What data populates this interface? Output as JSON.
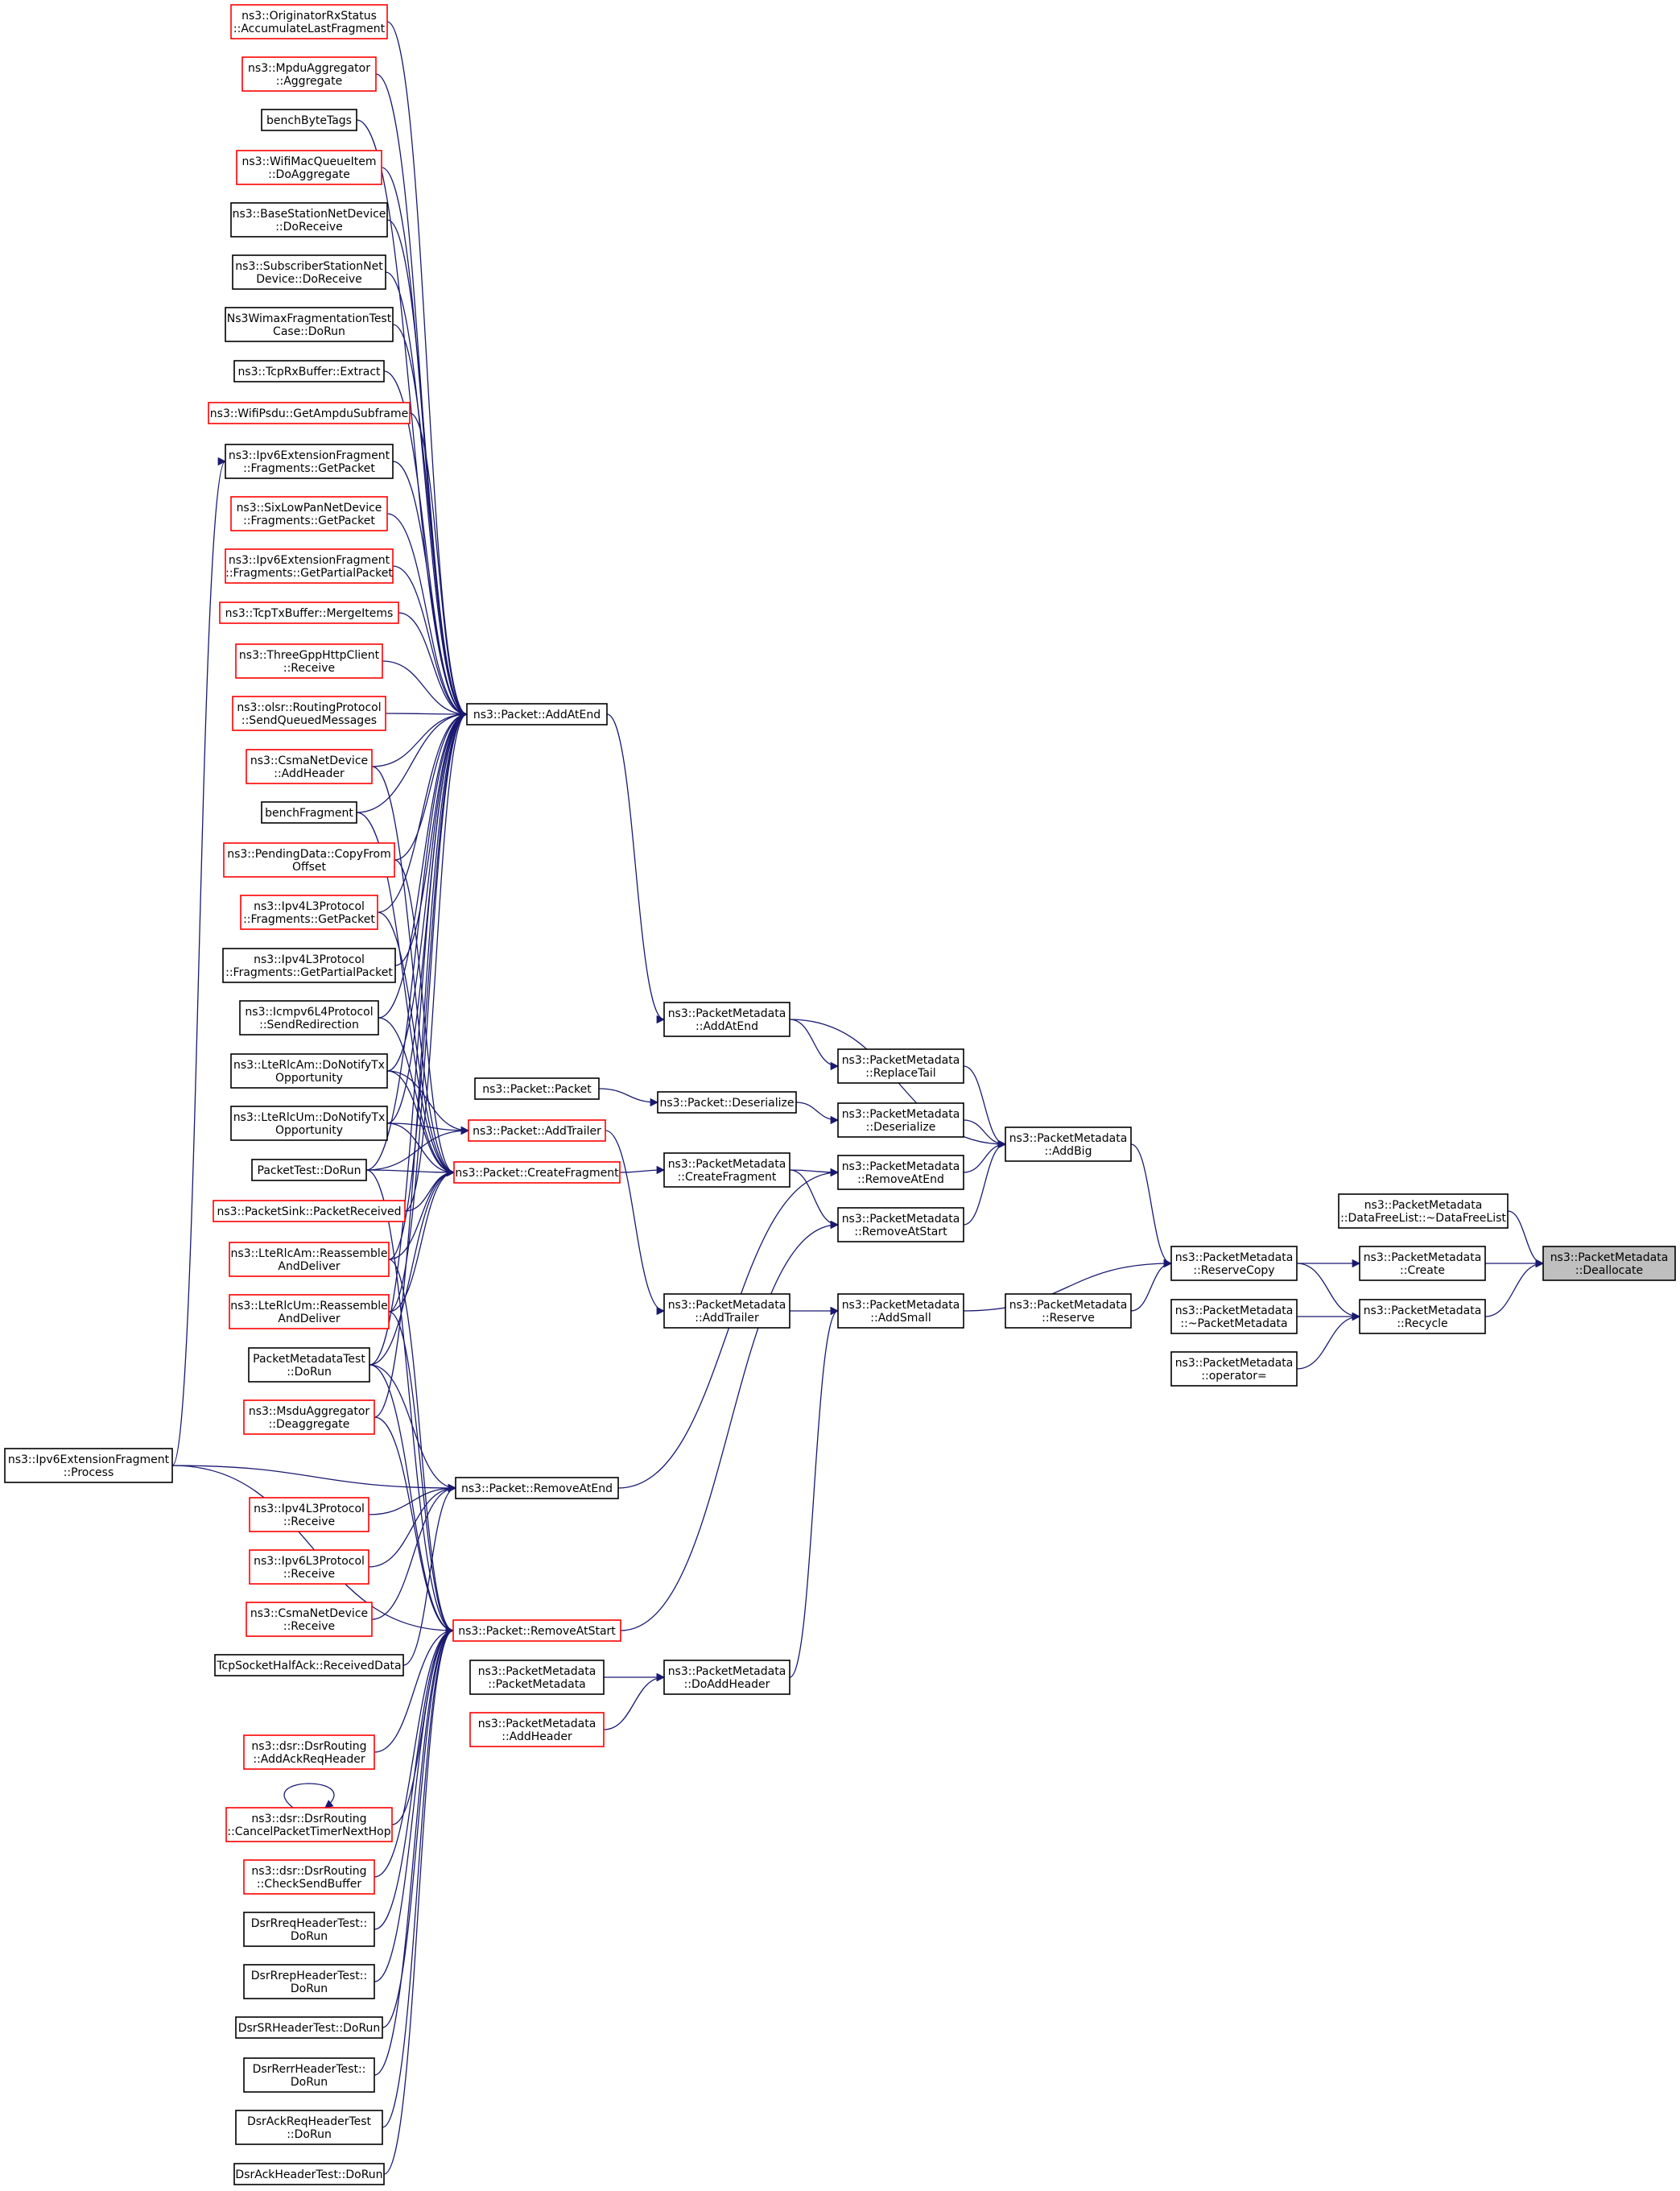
{
  "nodes": [
    {
      "id": "n_orig",
      "lines": [
        "ns3::OriginatorRxStatus",
        "::AccumulateLastFragment"
      ],
      "border": "red"
    },
    {
      "id": "n_mpduagg",
      "lines": [
        "ns3::MpduAggregator",
        "::Aggregate"
      ],
      "border": "red"
    },
    {
      "id": "n_benchbt",
      "lines": [
        "benchByteTags"
      ],
      "border": "black"
    },
    {
      "id": "n_wifimacq",
      "lines": [
        "ns3::WifiMacQueueItem",
        "::DoAggregate"
      ],
      "border": "red"
    },
    {
      "id": "n_bsnd",
      "lines": [
        "ns3::BaseStationNetDevice",
        "::DoReceive"
      ],
      "border": "black"
    },
    {
      "id": "n_ssnd",
      "lines": [
        "ns3::SubscriberStationNet",
        "Device::DoReceive"
      ],
      "border": "black"
    },
    {
      "id": "n_ns3wimax",
      "lines": [
        "Ns3WimaxFragmentationTest",
        "Case::DoRun"
      ],
      "border": "black"
    },
    {
      "id": "n_tcprx",
      "lines": [
        "ns3::TcpRxBuffer::Extract"
      ],
      "border": "black"
    },
    {
      "id": "n_wifipsdu",
      "lines": [
        "ns3::WifiPsdu::GetAmpduSubframe"
      ],
      "border": "red"
    },
    {
      "id": "n_ipv6fgp",
      "lines": [
        "ns3::Ipv6ExtensionFragment",
        "::Fragments::GetPacket"
      ],
      "border": "black"
    },
    {
      "id": "n_sixlow",
      "lines": [
        "ns3::SixLowPanNetDevice",
        "::Fragments::GetPacket"
      ],
      "border": "red"
    },
    {
      "id": "n_ipv6fgpp",
      "lines": [
        "ns3::Ipv6ExtensionFragment",
        "::Fragments::GetPartialPacket"
      ],
      "border": "red"
    },
    {
      "id": "n_tcptx",
      "lines": [
        "ns3::TcpTxBuffer::MergeItems"
      ],
      "border": "red"
    },
    {
      "id": "n_threegpp",
      "lines": [
        "ns3::ThreeGppHttpClient",
        "::Receive"
      ],
      "border": "red"
    },
    {
      "id": "n_olsr",
      "lines": [
        "ns3::olsr::RoutingProtocol",
        "::SendQueuedMessages"
      ],
      "border": "red"
    },
    {
      "id": "n_csmaadd",
      "lines": [
        "ns3::CsmaNetDevice",
        "::AddHeader"
      ],
      "border": "red"
    },
    {
      "id": "n_benchfrag",
      "lines": [
        "benchFragment"
      ],
      "border": "black"
    },
    {
      "id": "n_pending",
      "lines": [
        "ns3::PendingData::CopyFrom",
        "Offset"
      ],
      "border": "red"
    },
    {
      "id": "n_ipv4gp",
      "lines": [
        "ns3::Ipv4L3Protocol",
        "::Fragments::GetPacket"
      ],
      "border": "red"
    },
    {
      "id": "n_ipv4gpp",
      "lines": [
        "ns3::Ipv4L3Protocol",
        "::Fragments::GetPartialPacket"
      ],
      "border": "black"
    },
    {
      "id": "n_icmpv6",
      "lines": [
        "ns3::Icmpv6L4Protocol",
        "::SendRedirection"
      ],
      "border": "black"
    },
    {
      "id": "n_lteam",
      "lines": [
        "ns3::LteRlcAm::DoNotifyTx",
        "Opportunity"
      ],
      "border": "black"
    },
    {
      "id": "n_lteum",
      "lines": [
        "ns3::LteRlcUm::DoNotifyTx",
        "Opportunity"
      ],
      "border": "black"
    },
    {
      "id": "n_pkttest",
      "lines": [
        "PacketTest::DoRun"
      ],
      "border": "black"
    },
    {
      "id": "n_pktsink",
      "lines": [
        "ns3::PacketSink::PacketReceived"
      ],
      "border": "red"
    },
    {
      "id": "n_lteamre",
      "lines": [
        "ns3::LteRlcAm::Reassemble",
        "AndDeliver"
      ],
      "border": "red"
    },
    {
      "id": "n_lteumre",
      "lines": [
        "ns3::LteRlcUm::Reassemble",
        "AndDeliver"
      ],
      "border": "red"
    },
    {
      "id": "n_pmdtest",
      "lines": [
        "PacketMetadataTest",
        "::DoRun"
      ],
      "border": "black"
    },
    {
      "id": "n_msduagg",
      "lines": [
        "ns3::MsduAggregator",
        "::Deaggregate"
      ],
      "border": "red"
    },
    {
      "id": "n_ipv6fproc",
      "lines": [
        "ns3::Ipv6ExtensionFragment",
        "::Process"
      ],
      "border": "black"
    },
    {
      "id": "n_ipv4recv",
      "lines": [
        "ns3::Ipv4L3Protocol",
        "::Receive"
      ],
      "border": "red"
    },
    {
      "id": "n_ipv6recv",
      "lines": [
        "ns3::Ipv6L3Protocol",
        "::Receive"
      ],
      "border": "red"
    },
    {
      "id": "n_csmarecv",
      "lines": [
        "ns3::CsmaNetDevice",
        "::Receive"
      ],
      "border": "red"
    },
    {
      "id": "n_tcphalf",
      "lines": [
        "TcpSocketHalfAck::ReceivedData"
      ],
      "border": "black"
    },
    {
      "id": "n_dsrack",
      "lines": [
        "ns3::dsr::DsrRouting",
        "::AddAckReqHeader"
      ],
      "border": "red"
    },
    {
      "id": "n_dsrcancel",
      "lines": [
        "ns3::dsr::DsrRouting",
        "::CancelPacketTimerNextHop"
      ],
      "border": "red"
    },
    {
      "id": "n_dsrcheck",
      "lines": [
        "ns3::dsr::DsrRouting",
        "::CheckSendBuffer"
      ],
      "border": "red"
    },
    {
      "id": "n_dsrreq",
      "lines": [
        "DsrRreqHeaderTest::",
        "DoRun"
      ],
      "border": "black"
    },
    {
      "id": "n_dsrrep",
      "lines": [
        "DsrRrepHeaderTest::",
        "DoRun"
      ],
      "border": "black"
    },
    {
      "id": "n_dsrsr",
      "lines": [
        "DsrSRHeaderTest::DoRun"
      ],
      "border": "black"
    },
    {
      "id": "n_dsrrerr",
      "lines": [
        "DsrRerrHeaderTest::",
        "DoRun"
      ],
      "border": "black"
    },
    {
      "id": "n_dsrackreq",
      "lines": [
        "DsrAckReqHeaderTest",
        "::DoRun"
      ],
      "border": "black"
    },
    {
      "id": "n_dsrackhdr",
      "lines": [
        "DsrAckHeaderTest::DoRun"
      ],
      "border": "black"
    },
    {
      "id": "n_addatend",
      "lines": [
        "ns3::Packet::AddAtEnd"
      ],
      "border": "black"
    },
    {
      "id": "n_pktpkt",
      "lines": [
        "ns3::Packet::Packet"
      ],
      "border": "black"
    },
    {
      "id": "n_addtrailer",
      "lines": [
        "ns3::Packet::AddTrailer"
      ],
      "border": "red"
    },
    {
      "id": "n_createfrag",
      "lines": [
        "ns3::Packet::CreateFragment"
      ],
      "border": "red"
    },
    {
      "id": "n_removeatend",
      "lines": [
        "ns3::Packet::RemoveAtEnd"
      ],
      "border": "black"
    },
    {
      "id": "n_removeatstart",
      "lines": [
        "ns3::Packet::RemoveAtStart"
      ],
      "border": "red"
    },
    {
      "id": "n_pmdpmd",
      "lines": [
        "ns3::PacketMetadata",
        "::PacketMetadata"
      ],
      "border": "black"
    },
    {
      "id": "n_pmdaddhdr",
      "lines": [
        "ns3::PacketMetadata",
        "::AddHeader"
      ],
      "border": "red"
    },
    {
      "id": "n_deserialize",
      "lines": [
        "ns3::Packet::Deserialize"
      ],
      "border": "black"
    },
    {
      "id": "n_pmdaddatend",
      "lines": [
        "ns3::PacketMetadata",
        "::AddAtEnd"
      ],
      "border": "black"
    },
    {
      "id": "n_pmdcreatefrag",
      "lines": [
        "ns3::PacketMetadata",
        "::CreateFragment"
      ],
      "border": "black"
    },
    {
      "id": "n_pmdaddtrailer",
      "lines": [
        "ns3::PacketMetadata",
        "::AddTrailer"
      ],
      "border": "black"
    },
    {
      "id": "n_pmddoaddhdr",
      "lines": [
        "ns3::PacketMetadata",
        "::DoAddHeader"
      ],
      "border": "black"
    },
    {
      "id": "n_pmdreplacetail",
      "lines": [
        "ns3::PacketMetadata",
        "::ReplaceTail"
      ],
      "border": "black"
    },
    {
      "id": "n_pmddeserialize",
      "lines": [
        "ns3::PacketMetadata",
        "::Deserialize"
      ],
      "border": "black"
    },
    {
      "id": "n_pmdremoveatend",
      "lines": [
        "ns3::PacketMetadata",
        "::RemoveAtEnd"
      ],
      "border": "black"
    },
    {
      "id": "n_pmdremoveatstart",
      "lines": [
        "ns3::PacketMetadata",
        "::RemoveAtStart"
      ],
      "border": "black"
    },
    {
      "id": "n_pmdaddsmall",
      "lines": [
        "ns3::PacketMetadata",
        "::AddSmall"
      ],
      "border": "black"
    },
    {
      "id": "n_pmdaddbig",
      "lines": [
        "ns3::PacketMetadata",
        "::AddBig"
      ],
      "border": "black"
    },
    {
      "id": "n_pmdreserve",
      "lines": [
        "ns3::PacketMetadata",
        "::Reserve"
      ],
      "border": "black"
    },
    {
      "id": "n_pmdreservecopy",
      "lines": [
        "ns3::PacketMetadata",
        "::ReserveCopy"
      ],
      "border": "black"
    },
    {
      "id": "n_pmddtor",
      "lines": [
        "ns3::PacketMetadata",
        "::~PacketMetadata"
      ],
      "border": "black"
    },
    {
      "id": "n_pmdopeq",
      "lines": [
        "ns3::PacketMetadata",
        "::operator="
      ],
      "border": "black"
    },
    {
      "id": "n_pmddfl",
      "lines": [
        "ns3::PacketMetadata",
        "::DataFreeList::~DataFreeList"
      ],
      "border": "black"
    },
    {
      "id": "n_pmdcreate",
      "lines": [
        "ns3::PacketMetadata",
        "::Create"
      ],
      "border": "black"
    },
    {
      "id": "n_pmdrecycle",
      "lines": [
        "ns3::PacketMetadata",
        "::Recycle"
      ],
      "border": "black"
    },
    {
      "id": "n_pmddealloc",
      "lines": [
        "ns3::PacketMetadata",
        "::Deallocate"
      ],
      "border": "target"
    }
  ],
  "edges": [
    [
      "n_pmdcreate",
      "n_pmddealloc"
    ],
    [
      "n_pmdrecycle",
      "n_pmddealloc"
    ],
    [
      "n_pmddfl",
      "n_pmddealloc"
    ],
    [
      "n_pmdreservecopy",
      "n_pmdcreate"
    ],
    [
      "n_pmdreservecopy",
      "n_pmdrecycle"
    ],
    [
      "n_pmddtor",
      "n_pmdrecycle"
    ],
    [
      "n_pmdopeq",
      "n_pmdrecycle"
    ],
    [
      "n_pmdaddsmall",
      "n_pmdreservecopy"
    ],
    [
      "n_pmdaddbig",
      "n_pmdreservecopy"
    ],
    [
      "n_pmdreserve",
      "n_pmdreservecopy"
    ],
    [
      "n_pmdaddatend",
      "n_pmdaddbig"
    ],
    [
      "n_pmdreplacetail",
      "n_pmdaddbig"
    ],
    [
      "n_pmddeserialize",
      "n_pmdaddbig"
    ],
    [
      "n_pmdremoveatend",
      "n_pmdaddbig"
    ],
    [
      "n_pmdremoveatstart",
      "n_pmdaddbig"
    ],
    [
      "n_pmdaddtrailer",
      "n_pmdaddsmall"
    ],
    [
      "n_pmddoaddhdr",
      "n_pmdaddsmall"
    ],
    [
      "n_pmdaddatend",
      "n_pmdreplacetail"
    ],
    [
      "n_deserialize",
      "n_pmddeserialize"
    ],
    [
      "n_pktpkt",
      "n_deserialize"
    ],
    [
      "n_pmdcreatefrag",
      "n_pmdremoveatend"
    ],
    [
      "n_pmdcreatefrag",
      "n_pmdremoveatstart"
    ],
    [
      "n_createfrag",
      "n_pmdcreatefrag"
    ],
    [
      "n_removeatend",
      "n_pmdremoveatend"
    ],
    [
      "n_removeatstart",
      "n_pmdremoveatstart"
    ],
    [
      "n_addtrailer",
      "n_pmdaddtrailer"
    ],
    [
      "n_addatend",
      "n_pmdaddatend"
    ],
    [
      "n_pmdpmd",
      "n_pmddoaddhdr"
    ],
    [
      "n_pmdaddhdr",
      "n_pmddoaddhdr"
    ],
    [
      "n_orig",
      "n_addatend"
    ],
    [
      "n_mpduagg",
      "n_addatend"
    ],
    [
      "n_benchbt",
      "n_addatend"
    ],
    [
      "n_wifimacq",
      "n_addatend"
    ],
    [
      "n_bsnd",
      "n_addatend"
    ],
    [
      "n_ssnd",
      "n_addatend"
    ],
    [
      "n_ns3wimax",
      "n_addatend"
    ],
    [
      "n_tcprx",
      "n_addatend"
    ],
    [
      "n_wifipsdu",
      "n_addatend"
    ],
    [
      "n_ipv6fgp",
      "n_addatend"
    ],
    [
      "n_sixlow",
      "n_addatend"
    ],
    [
      "n_ipv6fgpp",
      "n_addatend"
    ],
    [
      "n_tcptx",
      "n_addatend"
    ],
    [
      "n_threegpp",
      "n_addatend"
    ],
    [
      "n_olsr",
      "n_addatend"
    ],
    [
      "n_csmaadd",
      "n_addatend"
    ],
    [
      "n_benchfrag",
      "n_addatend"
    ],
    [
      "n_pending",
      "n_addatend"
    ],
    [
      "n_ipv4gp",
      "n_addatend"
    ],
    [
      "n_ipv4gpp",
      "n_addatend"
    ],
    [
      "n_icmpv6",
      "n_addatend"
    ],
    [
      "n_lteam",
      "n_addatend"
    ],
    [
      "n_lteum",
      "n_addatend"
    ],
    [
      "n_pkttest",
      "n_addatend"
    ],
    [
      "n_pktsink",
      "n_addatend"
    ],
    [
      "n_lteamre",
      "n_addatend"
    ],
    [
      "n_lteumre",
      "n_addatend"
    ],
    [
      "n_pmdtest",
      "n_addatend"
    ],
    [
      "n_msduagg",
      "n_addatend"
    ],
    [
      "n_ipv6fproc",
      "n_ipv6fgp"
    ],
    [
      "n_lteam",
      "n_addtrailer"
    ],
    [
      "n_lteum",
      "n_addtrailer"
    ],
    [
      "n_pkttest",
      "n_addtrailer"
    ],
    [
      "n_csmaadd",
      "n_createfrag"
    ],
    [
      "n_benchfrag",
      "n_createfrag"
    ],
    [
      "n_pending",
      "n_createfrag"
    ],
    [
      "n_ipv4gp",
      "n_createfrag"
    ],
    [
      "n_icmpv6",
      "n_createfrag"
    ],
    [
      "n_lteam",
      "n_createfrag"
    ],
    [
      "n_lteum",
      "n_createfrag"
    ],
    [
      "n_pkttest",
      "n_createfrag"
    ],
    [
      "n_pktsink",
      "n_createfrag"
    ],
    [
      "n_lteamre",
      "n_createfrag"
    ],
    [
      "n_lteumre",
      "n_createfrag"
    ],
    [
      "n_pmdtest",
      "n_createfrag"
    ],
    [
      "n_ipv6fproc",
      "n_removeatend"
    ],
    [
      "n_pmdtest",
      "n_removeatend"
    ],
    [
      "n_ipv4recv",
      "n_removeatend"
    ],
    [
      "n_ipv6recv",
      "n_removeatend"
    ],
    [
      "n_csmarecv",
      "n_removeatend"
    ],
    [
      "n_tcphalf",
      "n_removeatend"
    ],
    [
      "n_ipv6fproc",
      "n_removeatstart"
    ],
    [
      "n_pmdtest",
      "n_removeatstart"
    ],
    [
      "n_msduagg",
      "n_removeatstart"
    ],
    [
      "n_pkttest",
      "n_removeatstart"
    ],
    [
      "n_lteamre",
      "n_removeatstart"
    ],
    [
      "n_lteumre",
      "n_removeatstart"
    ],
    [
      "n_dsrack",
      "n_removeatstart"
    ],
    [
      "n_dsrcancel",
      "n_removeatstart"
    ],
    [
      "n_dsrcheck",
      "n_removeatstart"
    ],
    [
      "n_dsrreq",
      "n_removeatstart"
    ],
    [
      "n_dsrrep",
      "n_removeatstart"
    ],
    [
      "n_dsrsr",
      "n_removeatstart"
    ],
    [
      "n_dsrrerr",
      "n_removeatstart"
    ],
    [
      "n_dsrackreq",
      "n_removeatstart"
    ],
    [
      "n_dsrackhdr",
      "n_removeatstart"
    ],
    [
      "n_dsrcancel",
      "n_dsrcancel"
    ]
  ]
}
